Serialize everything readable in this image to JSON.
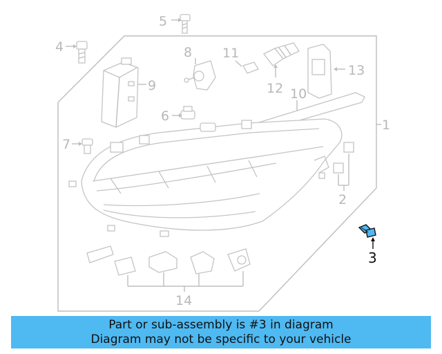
{
  "labels": {
    "l1": "1",
    "l2": "2",
    "l3": "3",
    "l4": "4",
    "l5": "5",
    "l6": "6",
    "l7": "7",
    "l8": "8",
    "l9": "9",
    "l10": "10",
    "l11": "11",
    "l12": "12",
    "l13": "13",
    "l14": "14"
  },
  "highlight": {
    "part_number": "3",
    "color": "#4fb9f2"
  },
  "banner": {
    "line1": "Part or sub-assembly is #3 in diagram",
    "line2": "Diagram may not be specific to your vehicle",
    "color": "#4fb9f2"
  }
}
